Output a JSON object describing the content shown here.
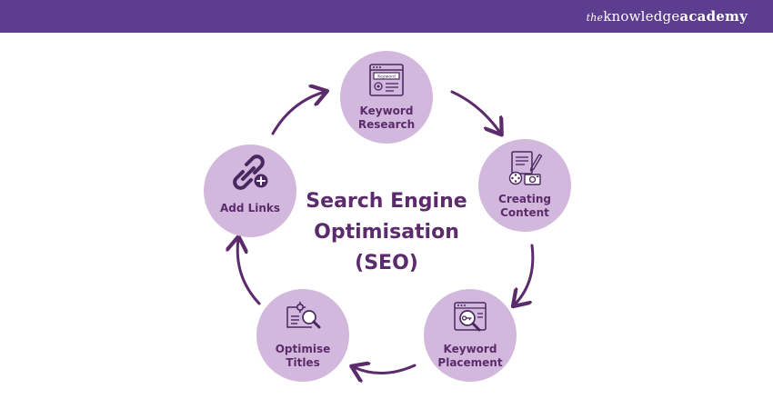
{
  "brand": {
    "prefix": "the",
    "name_light": "knowledge",
    "name_bold": "academy"
  },
  "title_lines": [
    "Search Engine",
    "Optimisation",
    "(SEO)"
  ],
  "steps": [
    {
      "lines": [
        "Keyword",
        "Research"
      ],
      "icon": "browser-keyword-icon",
      "keyword_tag": "Keyword"
    },
    {
      "lines": [
        "Creating",
        "Content"
      ],
      "icon": "content-creation-icon"
    },
    {
      "lines": [
        "Keyword",
        "Placement"
      ],
      "icon": "browser-key-search-icon"
    },
    {
      "lines": [
        "Optimise",
        "Titles"
      ],
      "icon": "title-search-icon"
    },
    {
      "lines": [
        "Add Links"
      ],
      "icon": "link-add-icon"
    }
  ],
  "colors": {
    "header": "#5c3d8f",
    "node_fill": "#d3b8dd",
    "text": "#5b2b6b",
    "arrow": "#5b2b6b",
    "icon": "#4a2760"
  }
}
